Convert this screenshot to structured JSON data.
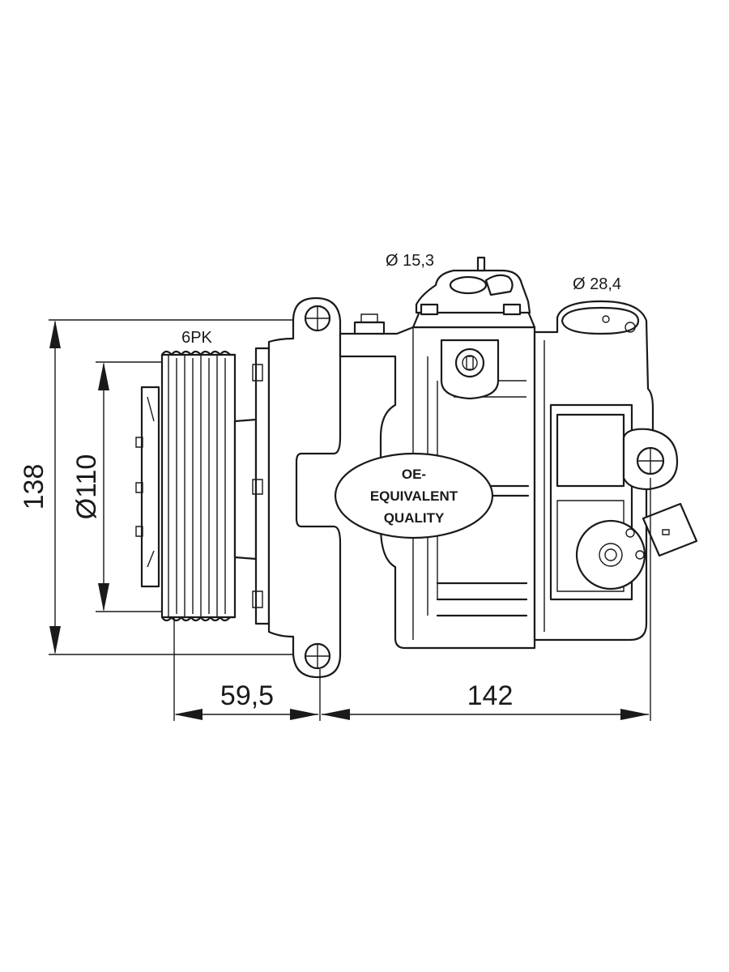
{
  "dimensions": {
    "height_overall": "138",
    "pulley_diameter": "Ø110",
    "belt_profile": "6PK",
    "port_suction": "Ø 15,3",
    "port_discharge": "Ø 28,4",
    "pulley_offset": "59,5",
    "body_length": "142"
  },
  "badge": {
    "line1": "OE-",
    "line2": "EQUIVALENT",
    "line3": "QUALITY"
  }
}
